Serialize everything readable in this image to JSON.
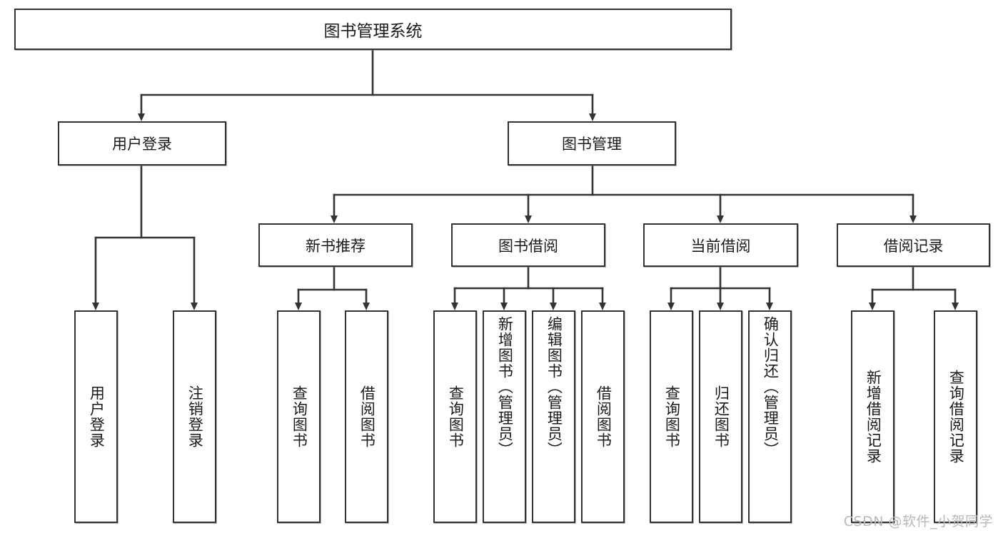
{
  "diagram": {
    "title": "图书管理系统",
    "style": {
      "box_stroke": "#333333",
      "box_fill": "#ffffff",
      "connector_stroke": "#333333",
      "text_color": "#1a1a1a",
      "watermark_color": "#b9b9b9",
      "background": "#ffffff"
    },
    "root": {
      "label": "图书管理系统"
    },
    "level2": [
      {
        "label": "用户登录"
      },
      {
        "label": "图书管理"
      }
    ],
    "level3": [
      {
        "label": "新书推荐"
      },
      {
        "label": "图书借阅"
      },
      {
        "label": "当前借阅"
      },
      {
        "label": "借阅记录"
      }
    ],
    "leaves": {
      "user_login": [
        {
          "label": "用户登录"
        },
        {
          "label": "注销登录"
        }
      ],
      "new_book_recommend": [
        {
          "label": "查询图书"
        },
        {
          "label": "借阅图书"
        }
      ],
      "book_borrow": [
        {
          "label": "查询图书"
        },
        {
          "label": "新增图书（管理员）"
        },
        {
          "label": "编辑图书（管理员）"
        },
        {
          "label": "借阅图书"
        }
      ],
      "current_borrow": [
        {
          "label": "查询图书"
        },
        {
          "label": "归还图书"
        },
        {
          "label": "确认归还（管理员）"
        }
      ],
      "borrow_record": [
        {
          "label": "新增借阅记录"
        },
        {
          "label": "查询借阅记录"
        }
      ]
    }
  },
  "watermark": {
    "text": "CSDN @软件_小贺同学"
  }
}
